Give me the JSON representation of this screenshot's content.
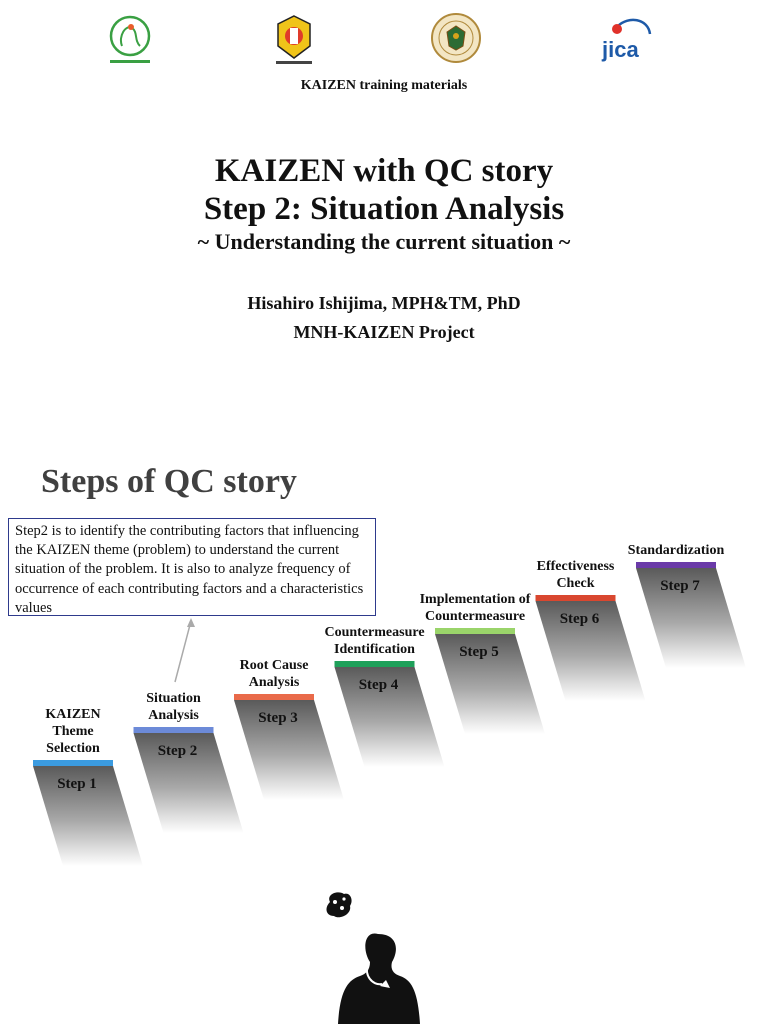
{
  "header": {
    "training_label": "KAIZEN training materials",
    "logos": [
      {
        "name": "mnh-kaizen-project-logo-icon",
        "caption": "MNH-KAIZEN PROJECT",
        "color": "#3aa043"
      },
      {
        "name": "ghana-health-service-logo-icon",
        "caption": "GHANA HEALTH SERVICE",
        "color": "#f0c419"
      },
      {
        "name": "ministry-of-health-seal-icon",
        "caption": "",
        "color": "#b08a3c"
      },
      {
        "name": "jica-logo-icon",
        "caption": "JICA",
        "color": "#1e5aa8"
      }
    ]
  },
  "title": {
    "line1": "KAIZEN with QC story",
    "line2": "Step 2: Situation Analysis",
    "subtitle": "~ Understanding the current situation ~",
    "author": "Hisahiro Ishijima, MPH&TM, PhD",
    "project": "MNH-KAIZEN Project"
  },
  "steps_section": {
    "heading": "Steps of QC story",
    "description": "Step2 is to identify the contributing factors that influencing the KAIZEN theme (problem) to understand the current situation of the problem. It is also to analyze frequency of occurrence of each contributing factors and a characteristics values",
    "steps": [
      {
        "label_lines": [
          "KAIZEN",
          "Theme",
          "Selection"
        ],
        "num": "Step 1",
        "color": "#3b9be0"
      },
      {
        "label_lines": [
          "Situation",
          "Analysis"
        ],
        "num": "Step 2",
        "color": "#6c8ad8"
      },
      {
        "label_lines": [
          "Root Cause",
          "Analysis"
        ],
        "num": "Step 3",
        "color": "#e96a4a"
      },
      {
        "label_lines": [
          "Countermeasure",
          "Identification"
        ],
        "num": "Step 4",
        "color": "#1fa05a"
      },
      {
        "label_lines": [
          "Implementation of",
          "Countermeasure"
        ],
        "num": "Step 5",
        "color": "#9ad46a"
      },
      {
        "label_lines": [
          "Effectiveness",
          "Check"
        ],
        "num": "Step 6",
        "color": "#d9472f"
      },
      {
        "label_lines": [
          "Standardization"
        ],
        "num": "Step 7",
        "color": "#6a3aa8"
      }
    ]
  }
}
